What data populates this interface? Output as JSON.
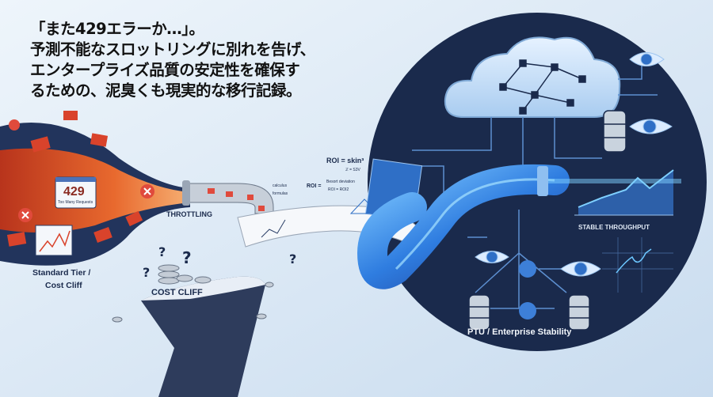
{
  "headline": {
    "lines": [
      "「また429エラーか…」。",
      "予測不能なスロットリングに別れを告げ、",
      "エンタープライズ品質の安定性を確保す",
      "るための、泥臭くも現実的な移行記録。"
    ]
  },
  "left_side": {
    "error_code": "429",
    "error_text": "Too Many Requests",
    "throttling_label": "THROTTLING",
    "tier_label_line1": "Standard Tier /",
    "tier_label_line2": "Cost Cliff",
    "cost_cliff_label": "COST CLIFF"
  },
  "formulas": {
    "roi_1": "ROI = skin³",
    "roi_1_sub": "ℤ = S3V",
    "roi_2": "ROI =",
    "roi_2_top": "Besort deviation",
    "roi_2_bottom": "ROI = ROI2",
    "side_1": "calculus",
    "side_2": "formulas"
  },
  "right_side": {
    "stable_label": "STABLE THROUGHPUT",
    "ptu_label": "PTU / Enterprise Stability"
  },
  "colors": {
    "background": "#dbe8f4",
    "navy": "#1a2a4c",
    "error_orange": "#e4572e",
    "pipe_blue": "#3b82e0"
  }
}
